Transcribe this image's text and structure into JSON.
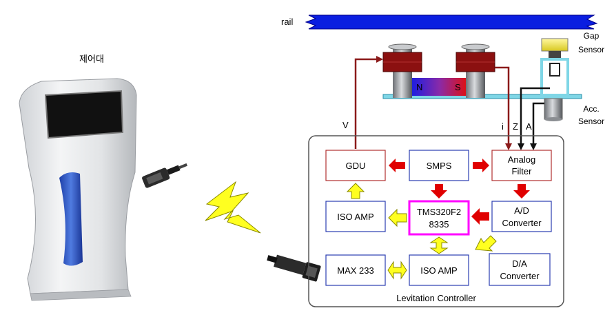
{
  "labels": {
    "kiosk_caption": "제어대",
    "rail": "rail",
    "gap_sensor_line1": "Gap",
    "gap_sensor_line2": "Sensor",
    "acc_sensor_line1": "Acc.",
    "acc_sensor_line2": "Sensor",
    "magnet_n": "N",
    "magnet_s": "S",
    "signal_v": "V",
    "signal_i": "i",
    "signal_z": "Z",
    "signal_a": "A",
    "controller_title": "Levitation Controller"
  },
  "blocks": {
    "gdu": "GDU",
    "smps": "SMPS",
    "analog_filter_line1": "Analog",
    "analog_filter_line2": "Filter",
    "iso_amp_left": "ISO AMP",
    "tms_line1": "TMS320F2",
    "tms_line2": "8335",
    "ad_line1": "A/D",
    "ad_line2": "Converter",
    "max233": "MAX 233",
    "iso_amp_bottom": "ISO AMP",
    "da_line1": "D/A",
    "da_line2": "Converter"
  },
  "colors": {
    "rail": "#0a1ee0",
    "electromagnet": "#8b1010",
    "signal_line": "#8b1a1a",
    "sensor_line": "#111111",
    "frame": "#7fd6e6",
    "red_arrow": "#e00000",
    "yellow_arrow": "#ffff20",
    "processor_border": "#ff00ff",
    "block_border_red": "#b03030",
    "block_border_blue": "#2a3cb0",
    "kiosk_panel": "#2a55c8",
    "lightning": "#ffff20"
  }
}
